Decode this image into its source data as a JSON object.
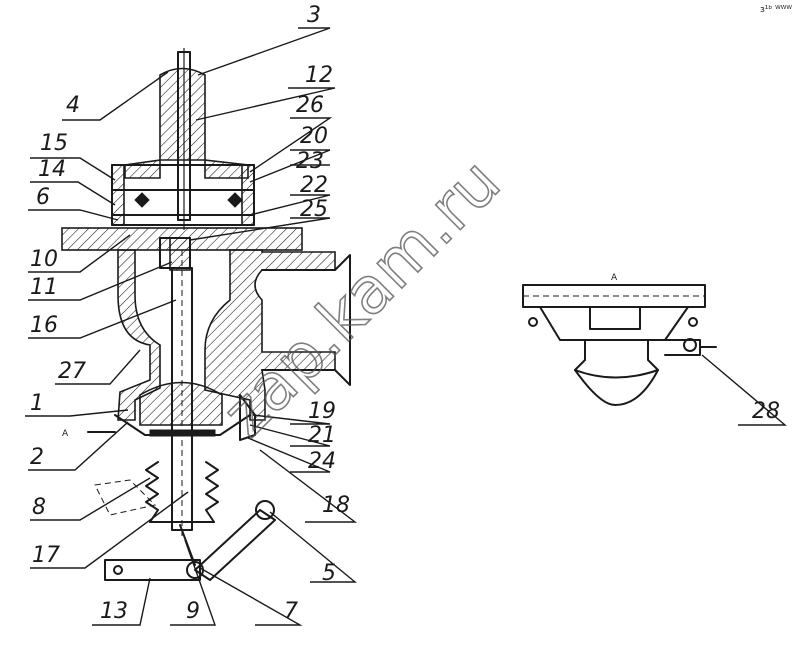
{
  "watermark": "zap.kam.ru",
  "corner_mark": "з¹ᵇ ᵂᵂᵂ",
  "view_label": "А",
  "section_mark": "А",
  "callouts": [
    "3",
    "12",
    "4",
    "26",
    "15",
    "20",
    "23",
    "14",
    "22",
    "6",
    "25",
    "10",
    "11",
    "16",
    "27",
    "1",
    "19",
    "21",
    "2",
    "24",
    "8",
    "18",
    "17",
    "5",
    "13",
    "9",
    "7",
    "28"
  ],
  "colors": {
    "ink": "#1a1a1a",
    "paper": "#ffffff"
  }
}
